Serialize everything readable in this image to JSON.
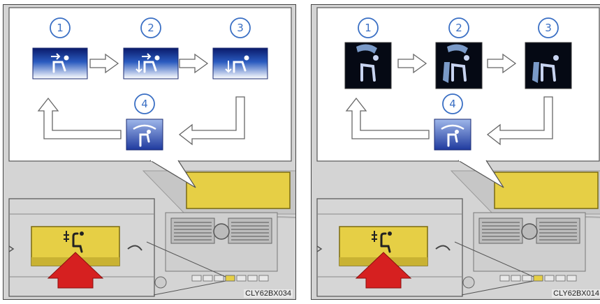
{
  "panels": [
    {
      "id": "left",
      "caption": "CLY62BX034",
      "mode_type": "air-outlet-mode",
      "steps": [
        {
          "number": "①",
          "icon": "face-vent-icon"
        },
        {
          "number": "②",
          "icon": "face-foot-vent-icon"
        },
        {
          "number": "③",
          "icon": "foot-vent-icon"
        },
        {
          "number": "④",
          "icon": "foot-defroster-icon"
        }
      ]
    },
    {
      "id": "right",
      "caption": "CLY62BX014",
      "mode_type": "seat-airflow-mode",
      "steps": [
        {
          "number": "①",
          "icon": "seat-upper-airflow-icon"
        },
        {
          "number": "②",
          "icon": "seat-upper-lower-airflow-icon"
        },
        {
          "number": "③",
          "icon": "seat-lower-airflow-icon"
        },
        {
          "number": "④",
          "icon": "foot-defroster-icon"
        }
      ]
    }
  ],
  "colors": {
    "number_circle": "#3a6fc4",
    "screen_yellow": "#e6cf45",
    "push_arrow": "#d62020",
    "icon_gradient_top": "#0a1a6a",
    "icon_gradient_bottom": "#ffffff"
  }
}
